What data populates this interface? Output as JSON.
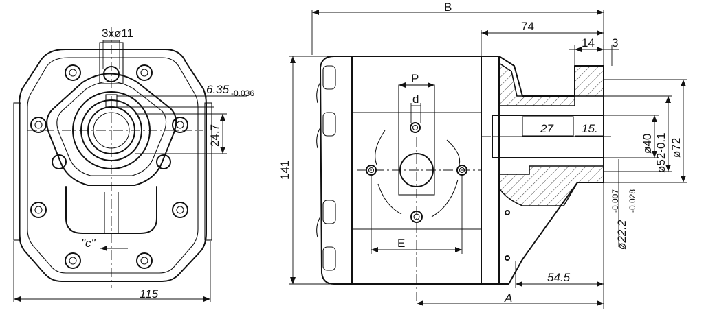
{
  "front_view": {
    "dim_ports": "3xø11",
    "dim_key": "6.35",
    "dim_key_tol": "-0.036",
    "dim_shaft_flat": "24.7",
    "dim_width": "115",
    "rotation_mark": "\"c\""
  },
  "side_view": {
    "dim_total_length": "B",
    "dim_flange_to_end": "74",
    "dim_pilot": "14",
    "dim_step": "3",
    "dim_port_spacing": "P",
    "dim_port_dia": "d",
    "dim_height": "141",
    "dim_shaft_27": "27",
    "dim_shaft_15": "15.",
    "dim_dia_40": "ø40",
    "dim_dia_52": "ø52-0.1",
    "dim_dia_72": "ø72",
    "dim_dia_22": "ø22.2",
    "dim_dia_22_tol_upper": "-0.007",
    "dim_dia_22_tol_lower": "-0.028",
    "dim_port_offset": "E",
    "dim_flange_len": "54.5",
    "dim_port_pos": "A"
  }
}
